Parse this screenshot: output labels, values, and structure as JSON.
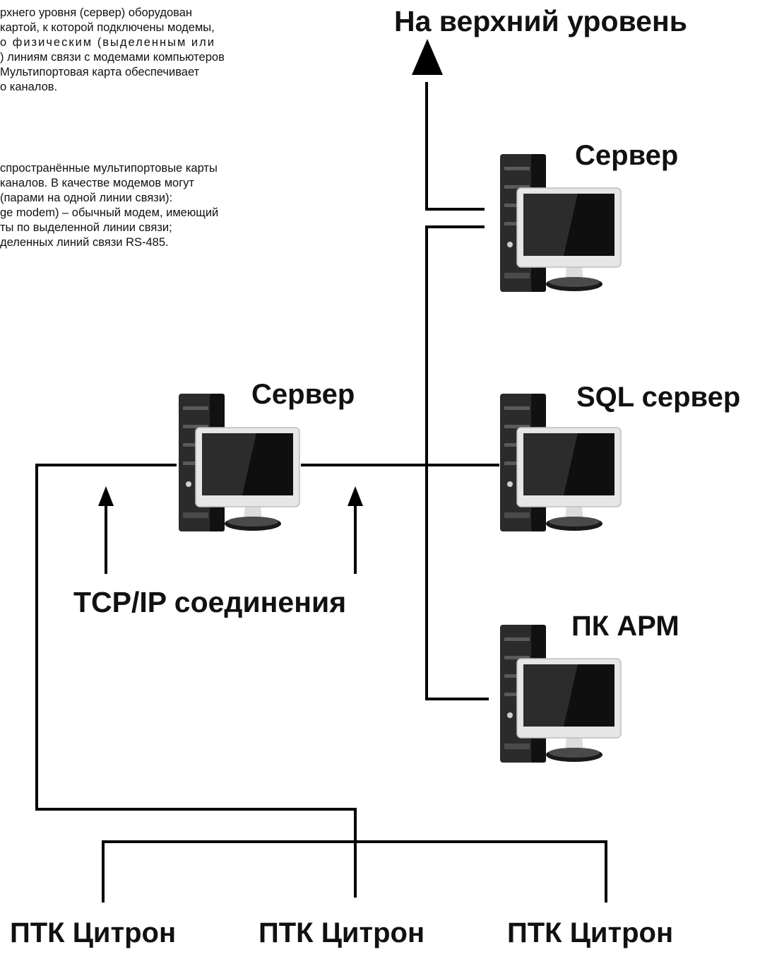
{
  "text": {
    "para1": [
      "рхнего уровня (сервер) оборудован",
      " картой, к которой подключены модемы,",
      "о физическим (выделенным или",
      ") линиям связи с модемами компьютеров",
      "Мультипортовая карта обеспечивает",
      "о каналов."
    ],
    "para2": [
      "спространённые мультипортовые карты",
      " каналов. В качестве модемов могут",
      " (парами на одной линии связи):",
      "ge modem) – обычный модем, имеющий",
      "ты по выделенной линии связи;",
      "деленных линий связи RS-485."
    ]
  },
  "labels": {
    "upper_level": "На верхний уровень",
    "server_top": "Сервер",
    "server_middle": "Сервер",
    "sql_server": "SQL сервер",
    "pc_arm": "ПК АРМ",
    "tcpip": "TCP/IP соединения",
    "ptk": [
      "ПТК Цитрон",
      "ПТК Цитрон",
      "ПТК Цитрон"
    ]
  },
  "icons": {
    "computer": "desktop-computer-icon"
  },
  "colors": {
    "line": "#000000",
    "monitor_frame": "#e6e6e6",
    "screen": "#1a1a1a",
    "tower": "#2b2b2b"
  }
}
